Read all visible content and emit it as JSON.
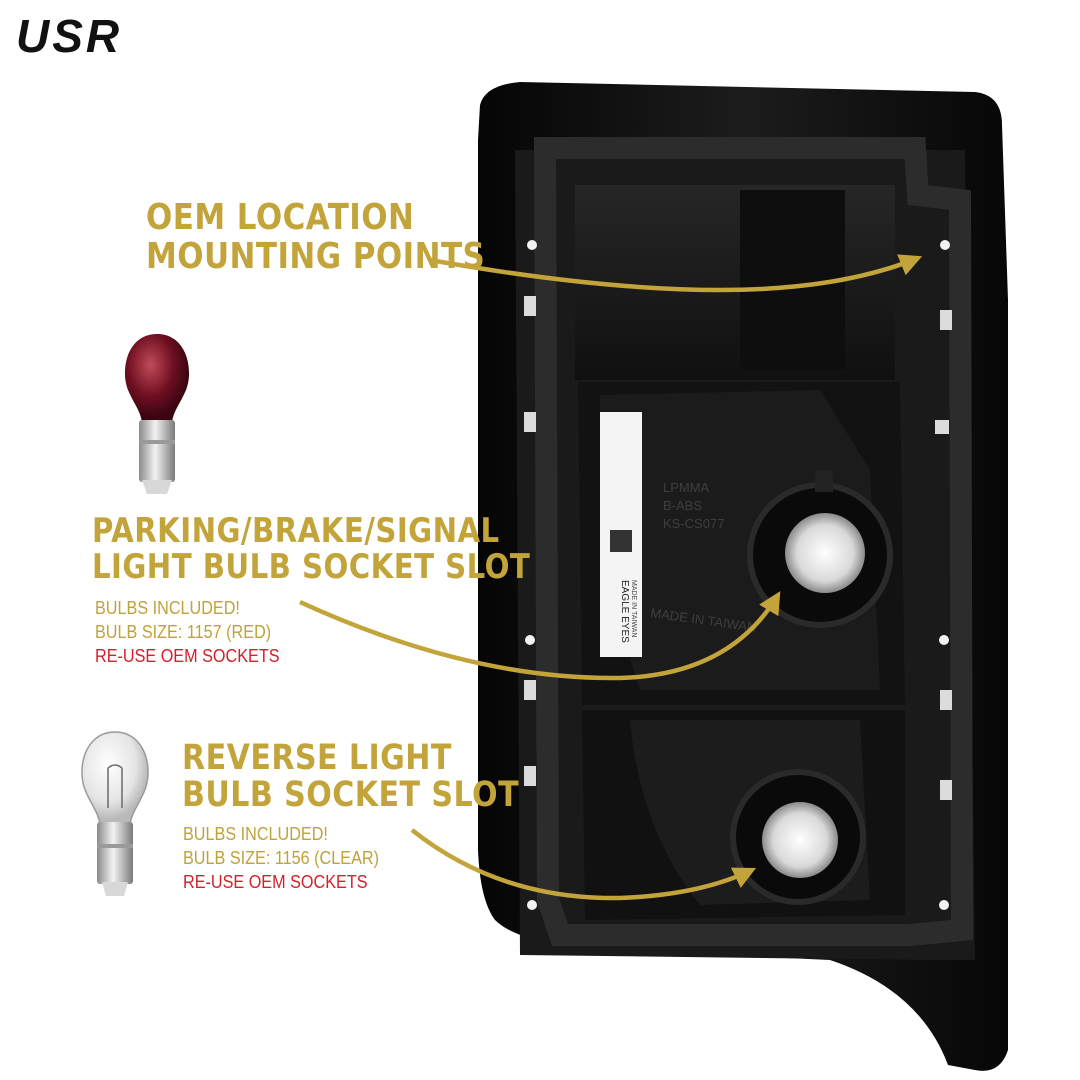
{
  "brand": {
    "logo_text": "USR"
  },
  "callouts": {
    "mounting": {
      "line1": "OEM LOCATION",
      "line2": "MOUNTING POINTS"
    },
    "parking": {
      "line1": "PARKING/BRAKE/SIGNAL",
      "line2": "LIGHT BULB SOCKET SLOT",
      "bulbs_included": "BULBS INCLUDED!",
      "bulb_size": "BULB SIZE: 1157 (RED)",
      "reuse": "RE-USE OEM SOCKETS"
    },
    "reverse": {
      "line1": "REVERSE LIGHT",
      "line2": "BULB SOCKET SLOT",
      "bulbs_included": "BULBS INCLUDED!",
      "bulb_size": "BULB SIZE: 1156 (CLEAR)",
      "reuse": "RE-USE OEM SOCKETS"
    }
  },
  "housing_marks": {
    "material_1": "LPMMA",
    "material_2": "B-ABS",
    "part_code": "KS-CS077",
    "made_in": "MADE IN TAIWAN",
    "sticker_brand": "EAGLE EYES",
    "sticker_origin": "MADE IN TAIWAN"
  },
  "colors": {
    "gold": "#c2a43a",
    "red": "#d3202a",
    "housing": "#141414"
  },
  "icons": [
    "red-1157-bulb-icon",
    "clear-1156-bulb-icon",
    "callout-arrow-icon"
  ]
}
